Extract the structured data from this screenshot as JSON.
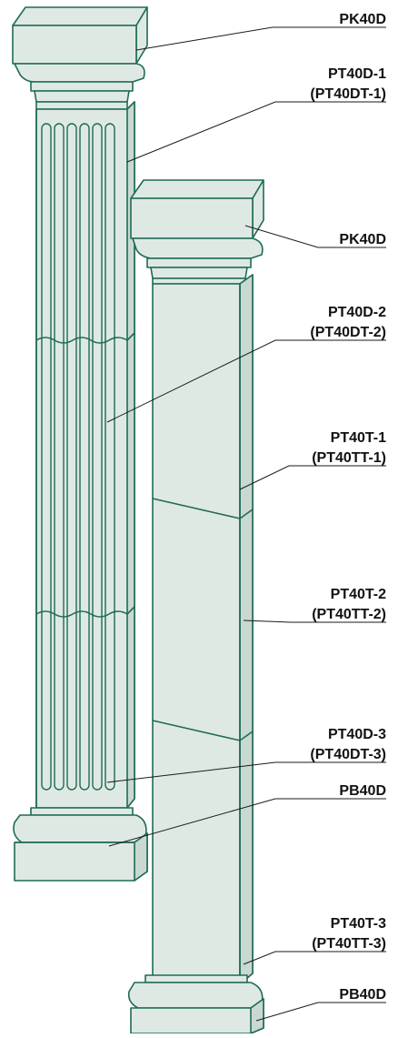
{
  "labels": {
    "l01": "PK40D",
    "l02a": "PT40D-1",
    "l02b": "(PT40DT-1)",
    "l03": "PK40D",
    "l04a": "PT40D-2",
    "l04b": "(PT40DT-2)",
    "l05a": "PT40T-1",
    "l05b": "(PT40TT-1)",
    "l06a": "PT40T-2",
    "l06b": "(PT40TT-2)",
    "l07a": "PT40D-3",
    "l07b": "(PT40DT-3)",
    "l08": "PB40D",
    "l09a": "PT40T-3",
    "l09b": "(PT40TT-3)",
    "l10": "PB40D"
  },
  "colors": {
    "fill": "#dfe9e4",
    "fill_shade": "#c9d9d1",
    "stroke": "#1f6b56",
    "leader": "#1a1a1a"
  }
}
